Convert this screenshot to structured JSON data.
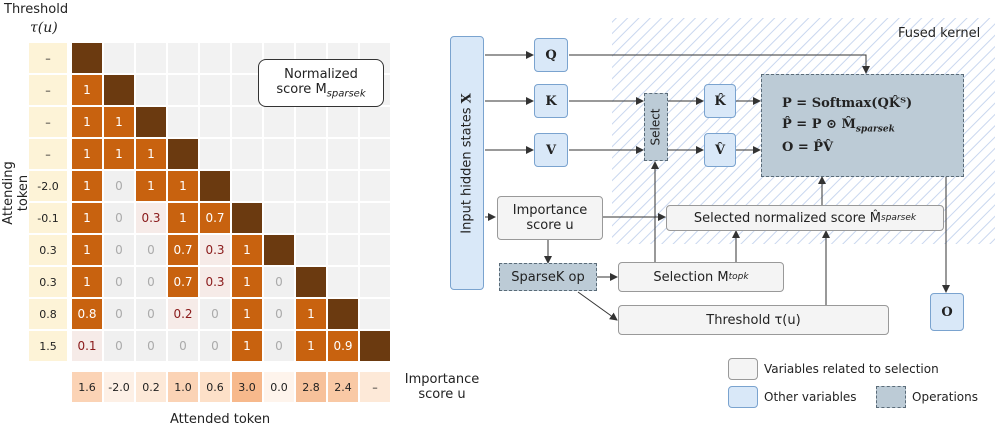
{
  "heatmap": {
    "threshold_title": "Threshold",
    "threshold_symbol": "τ(u)",
    "y_axis_label": "Attending token",
    "x_axis_label": "Attended token",
    "importance_label_line1": "Importance",
    "importance_label_line2": "score u",
    "legend_box_line1": "Normalized",
    "legend_box_line2": "score M",
    "legend_box_sub": "sparsek",
    "thresholds": [
      "–",
      "–",
      "–",
      "–",
      "-2.0",
      "-0.1",
      "0.3",
      "0.3",
      "0.8",
      "1.5"
    ],
    "importance": [
      "1.6",
      "-2.0",
      "0.2",
      "1.0",
      "0.6",
      "3.0",
      "0.0",
      "2.8",
      "2.4",
      "–"
    ],
    "rows": [
      [],
      [
        "1"
      ],
      [
        "1",
        "1"
      ],
      [
        "1",
        "1",
        "1"
      ],
      [
        "1",
        "0",
        "1",
        "1"
      ],
      [
        "1",
        "0",
        "0.3",
        "1",
        "0.7"
      ],
      [
        "1",
        "0",
        "0",
        "0.7",
        "0.3",
        "1"
      ],
      [
        "1",
        "0",
        "0",
        "0.7",
        "0.3",
        "1",
        "0"
      ],
      [
        "0.8",
        "0",
        "0",
        "0.2",
        "0",
        "1",
        "0",
        "1"
      ],
      [
        "0.1",
        "0",
        "0",
        "0",
        "0",
        "1",
        "0",
        "1",
        "0.9"
      ]
    ]
  },
  "diagram": {
    "fused_kernel_label": "Fused kernel",
    "input_label": "Input hidden states",
    "input_symbol": "X",
    "q": "Q",
    "k": "K",
    "v": "V",
    "select": "Select",
    "k_hat": "K̂",
    "v_hat": "V̂",
    "formula_p": "P = Softmax(QK̂ᵀ)",
    "formula_phat": "P̂ = P ⊙ M̂",
    "formula_phat_sub": "sparsek",
    "formula_o": "O = P̂V̂",
    "importance_line1": "Importance",
    "importance_line2": "score u",
    "selected_score": "Selected normalized score M̂",
    "selected_score_sub": "sparsek",
    "sparsek_op": "SparseK op",
    "selection": "Selection M",
    "selection_sub": "topk",
    "threshold": "Threshold τ(u)",
    "output": "O",
    "legend_selection": "Variables related to selection",
    "legend_other": "Other variables",
    "legend_ops": "Operations"
  },
  "colors": {
    "diagonal": "#6b3a10",
    "selected": "#c8620f",
    "partial_light": "#f6ebe8",
    "blue_box": "#d9e8f8",
    "op_box": "#bccbd6"
  }
}
